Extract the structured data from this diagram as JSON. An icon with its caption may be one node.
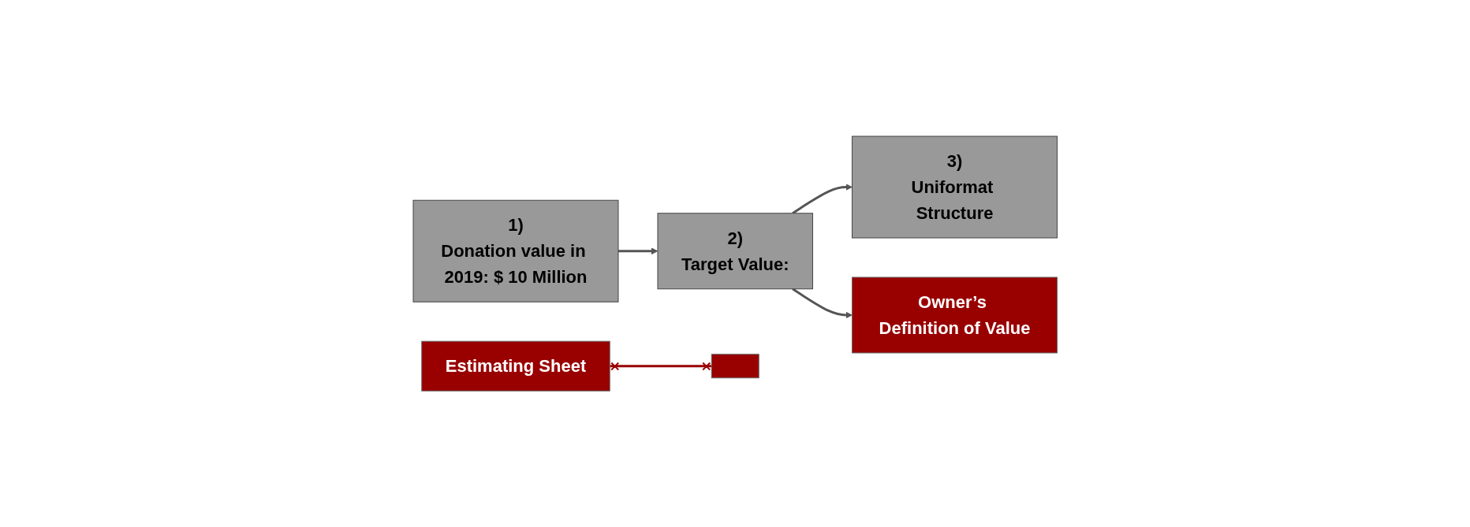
{
  "diagram": {
    "nodes": [
      {
        "text": [
          "1)",
          "Donation value in 2019: $ 10 Million"
        ]
      },
      {
        "text": [
          "2)",
          "Target Value:"
        ]
      },
      {
        "text": [
          "3)",
          "Uniformat Structure"
        ]
      },
      {
        "text": [
          "Owner’s Definition of Value"
        ]
      },
      {
        "text": [
          "Estimating Sheet"
        ]
      },
      {
        "text": [],
        "shape": "box"
      }
    ],
    "edges": [
      {
        "from": 0,
        "to": 1,
        "arrow": "to"
      },
      {
        "from": 1,
        "to": 2,
        "arrow": "to"
      },
      {
        "from": 1,
        "to": 3,
        "arrow": "to"
      },
      {
        "from": 4,
        "to": 5,
        "arrow": "other",
        "color": "#990000"
      }
    ]
  }
}
